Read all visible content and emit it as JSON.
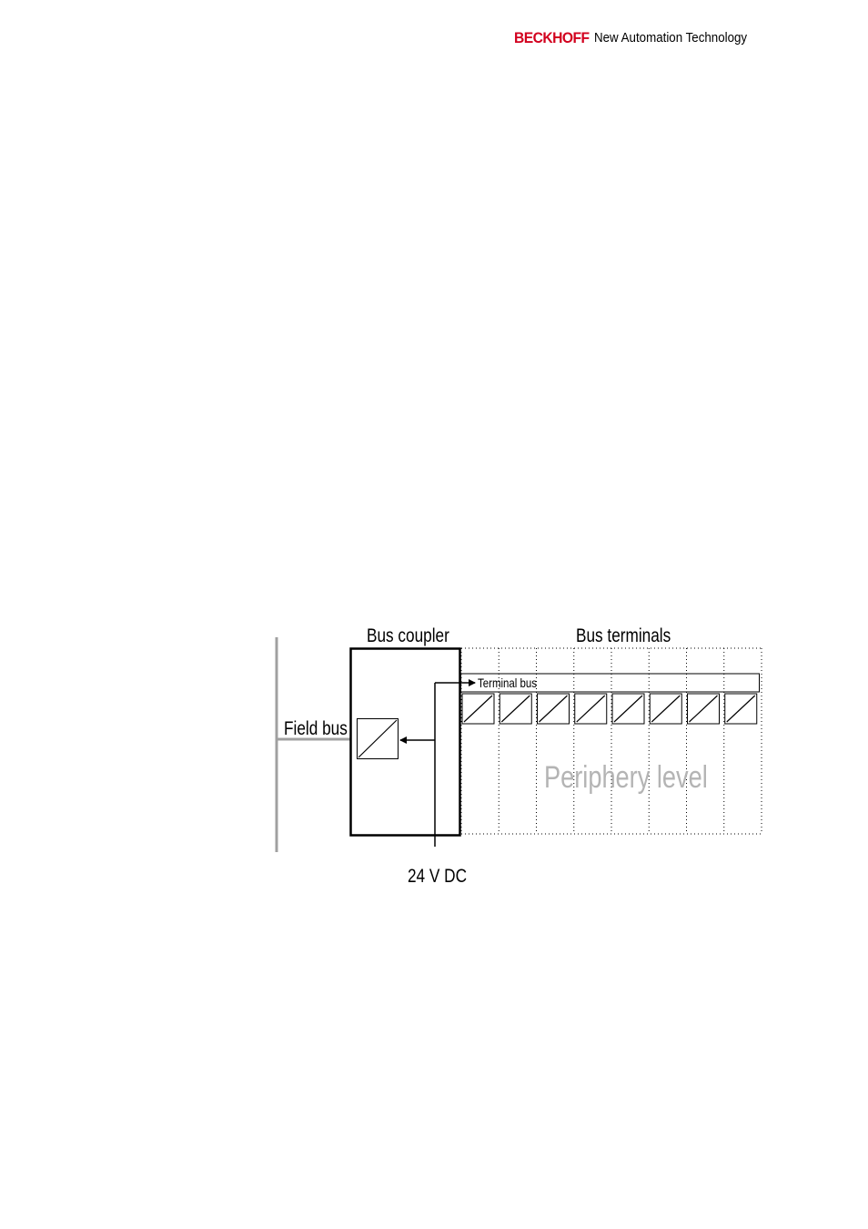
{
  "header": {
    "brand": "BECKHOFF",
    "tagline": "New Automation Technology",
    "brand_color": "#d2001e"
  },
  "diagram": {
    "bus_coupler_label": "Bus coupler",
    "bus_terminals_label": "Bus terminals",
    "terminal_bus_label": "Terminal bus",
    "field_bus_label": "Field bus",
    "supply_label": "24 V DC",
    "periphery_label": "Periphery level",
    "terminal_count": 8,
    "colors": {
      "line": "#000000",
      "field_bus_line": "#a0a0a0",
      "periphery_text": "#b4b4b4"
    }
  }
}
